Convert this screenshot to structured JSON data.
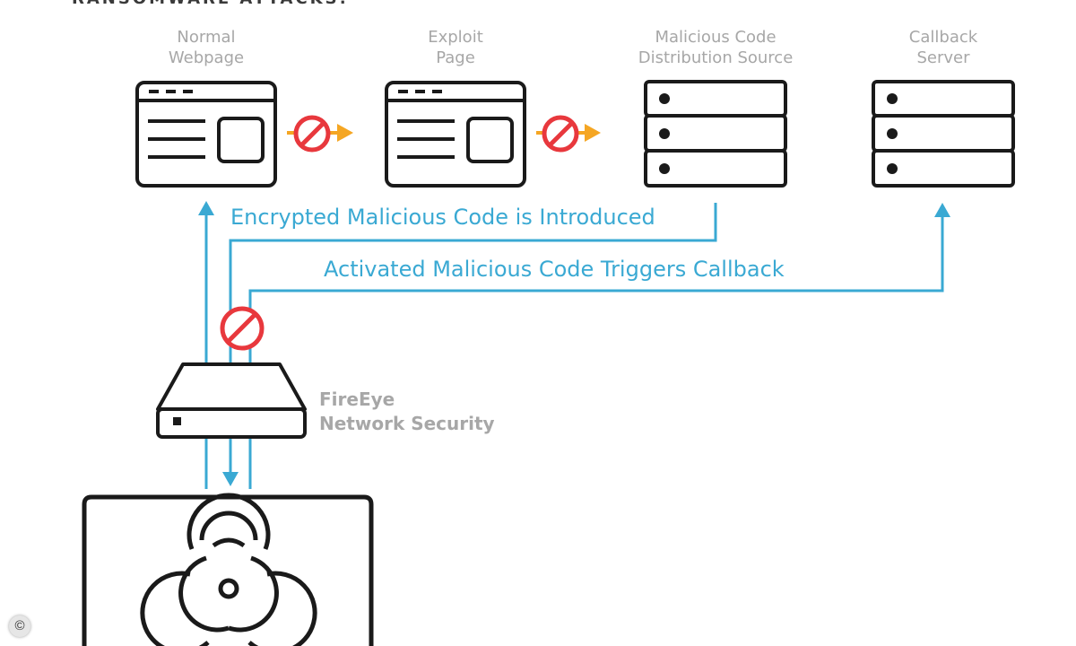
{
  "title": "RANSOMWARE ATTACKS:",
  "nodes": {
    "normal_webpage": {
      "line1": "Normal",
      "line2": "Webpage"
    },
    "exploit_page": {
      "line1": "Exploit",
      "line2": "Page"
    },
    "distribution_source": {
      "line1": "Malicious Code",
      "line2": "Distribution Source"
    },
    "callback_server": {
      "line1": "Callback",
      "line2": "Server"
    }
  },
  "flows": {
    "encrypted": "Encrypted Malicious Code is Introduced",
    "callback": "Activated Malicious Code Triggers Callback"
  },
  "fireeye": {
    "line1": "FireEye",
    "line2": "Network Security"
  },
  "copyright_symbol": "©",
  "colors": {
    "flow_blue": "#3aa9d3",
    "block_red": "#e8383d",
    "arrow_orange": "#f5a623",
    "outline": "#1a1a1a",
    "label_gray": "#a7a7a7"
  },
  "icons": [
    "browser-window-icon",
    "server-rack-icon",
    "blocked-icon",
    "appliance-icon",
    "biohazard-icon"
  ]
}
